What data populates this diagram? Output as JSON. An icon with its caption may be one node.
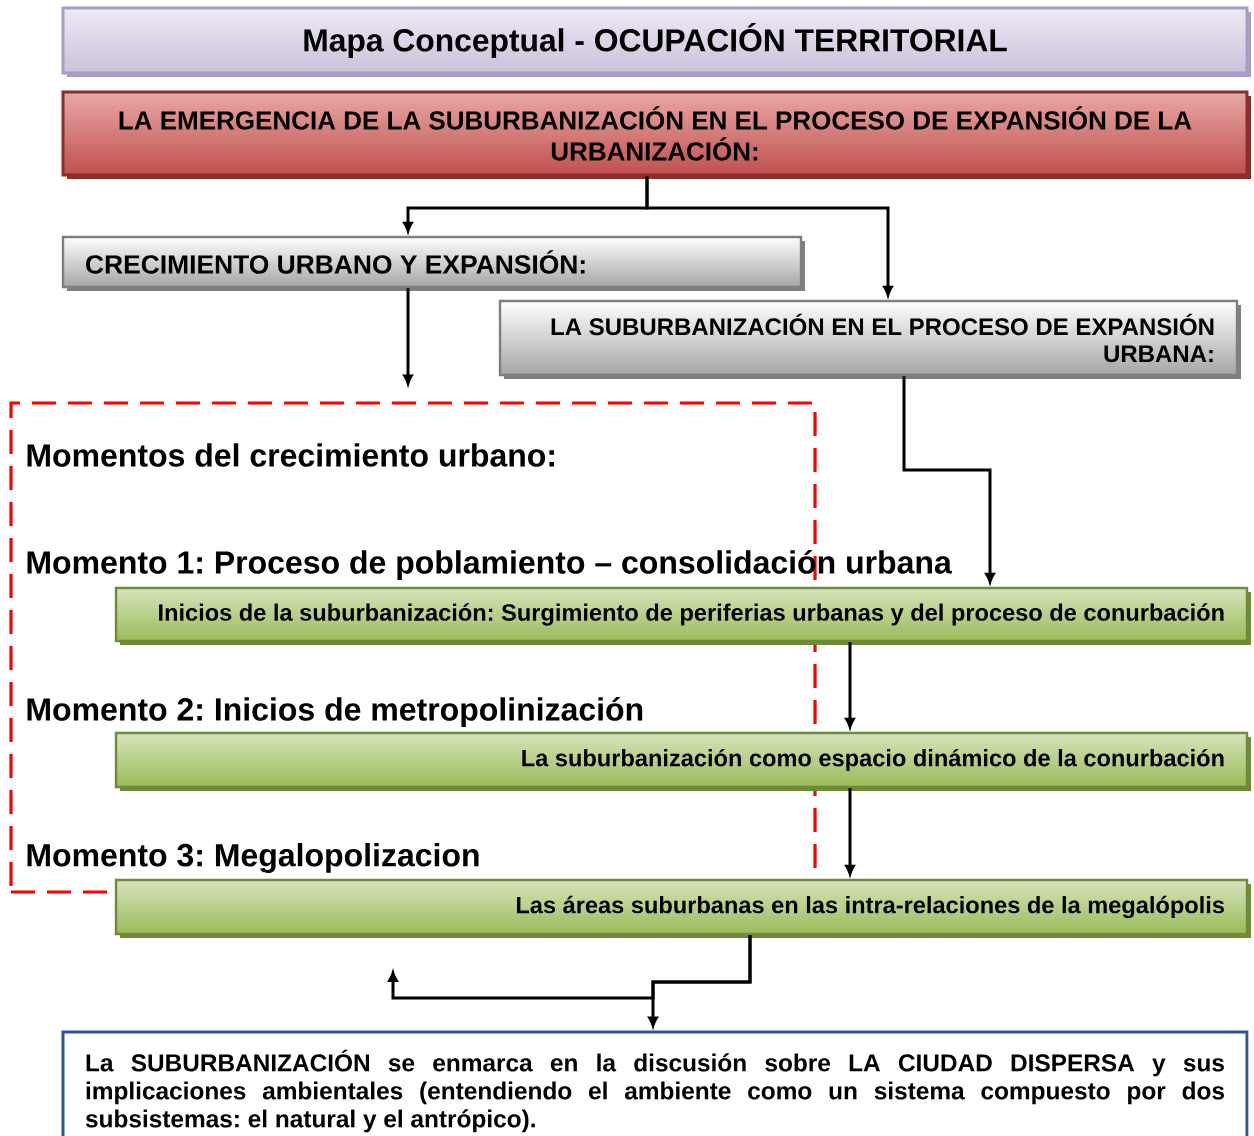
{
  "diagram": {
    "nodes": [
      {
        "text": [
          "Mapa Conceptual - OCUPACIÓN TERRITORIAL"
        ]
      },
      {
        "text": [
          "LA EMERGENCIA DE LA SUBURBANIZACIÓN EN EL PROCESO DE EXPANSIÓN DE LA URBANIZACIÓN:"
        ]
      },
      {
        "text": [
          "CRECIMIENTO URBANO Y EXPANSIÓN:"
        ]
      },
      {
        "text": [
          "LA SUBURBANIZACIÓN EN EL PROCESO DE EXPANSIÓN URBANA:"
        ]
      },
      {
        "text": [
          "Momentos del crecimiento urbano:",
          "Momento 1: Proceso de poblamiento – consolidación urbana",
          "Momento 2: Inicios de metropolinización",
          "Momento 3: Megalopolizacion"
        ]
      },
      {
        "text": [
          "Inicios de la suburbanización: Surgimiento de periferias urbanas y del proceso de conurbación"
        ]
      },
      {
        "text": [
          "La suburbanización como espacio dinámico de la conurbación"
        ]
      },
      {
        "text": [
          "Las áreas suburbanas en las intra-relaciones de la megalópolis"
        ]
      },
      {
        "text": [
          "La SUBURBANIZACIÓN se enmarca en la discusión sobre LA CIUDAD DISPERSA y sus implicaciones ambientales (entendiendo el ambiente como un sistema compuesto por dos subsistemas: el natural y el antrópico)."
        ]
      }
    ],
    "edges": [
      {
        "from": 1,
        "to": 2,
        "arrow": "to"
      },
      {
        "from": 1,
        "to": 3,
        "arrow": "to"
      },
      {
        "from": 2,
        "to": 4,
        "arrow": "to"
      },
      {
        "from": 3,
        "to": 5,
        "arrow": "to"
      },
      {
        "from": 5,
        "to": 6,
        "arrow": "to"
      },
      {
        "from": 6,
        "to": 7,
        "arrow": "to"
      },
      {
        "from": 7,
        "to": 8,
        "arrow": "to"
      },
      {
        "from": 7,
        "to": null,
        "arrow": "to"
      }
    ]
  }
}
